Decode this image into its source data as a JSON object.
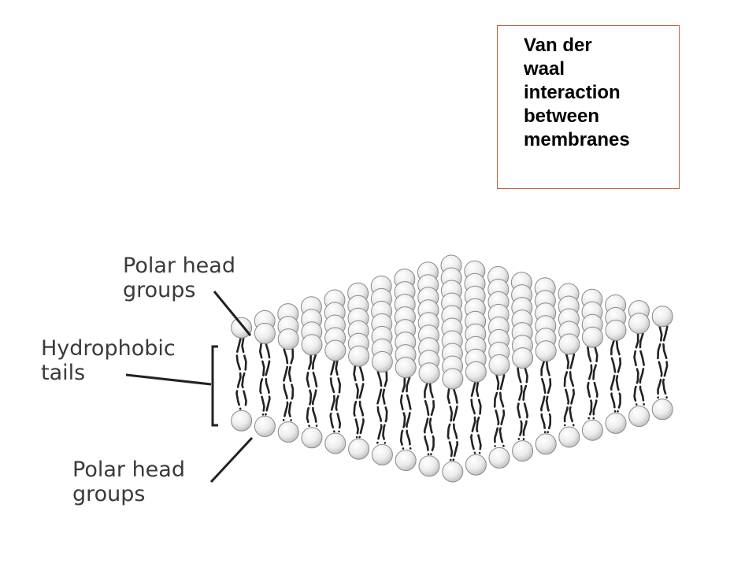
{
  "note": {
    "lines": [
      "Van der",
      "waal",
      "interaction",
      "between",
      "membranes"
    ],
    "border_color": "#c0603a"
  },
  "labels": {
    "polar_head_top": [
      "Polar head",
      "groups"
    ],
    "hydrophobic_tails": [
      "Hydrophobic",
      "tails"
    ],
    "polar_head_bottom": [
      "Polar head",
      "groups"
    ]
  },
  "colors": {
    "label_text": "#3a3a3a",
    "tail": "#222222",
    "head_fill_light": "#ffffff",
    "head_fill_dark": "#b9b9b9",
    "head_stroke": "#8a8a8a"
  }
}
